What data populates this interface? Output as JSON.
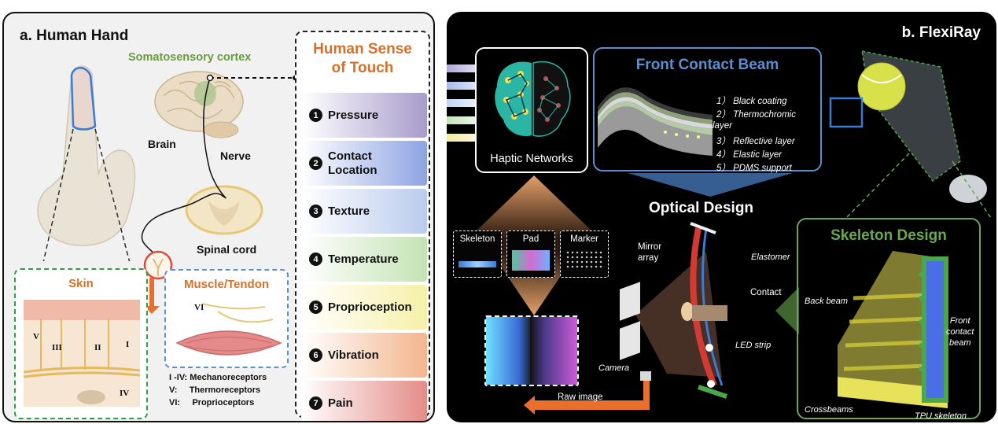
{
  "panel_a": {
    "title": "a. Human Hand",
    "somatosensory_cortex": "Somatosensory cortex",
    "brain": "Brain",
    "nerve": "Nerve",
    "spinal_cord": "Spinal cord",
    "sense_title_line1": "Human Sense",
    "sense_title_line2": "of Touch",
    "senses": [
      {
        "num": "1",
        "line1": "Pressure",
        "line2": "",
        "color": "#a79ccb"
      },
      {
        "num": "2",
        "line1": "Contact",
        "line2": "Location",
        "color": "#8ea3e2"
      },
      {
        "num": "3",
        "line1": "Texture",
        "line2": "",
        "color": "#b9cbed"
      },
      {
        "num": "4",
        "line1": "Temperature",
        "line2": "",
        "color": "#c3e3b4"
      },
      {
        "num": "5",
        "line1": "Proprioception",
        "line2": "",
        "color": "#f6f0a8"
      },
      {
        "num": "6",
        "line1": "Vibration",
        "line2": "",
        "color": "#f3b58d"
      },
      {
        "num": "7",
        "line1": "Pain",
        "line2": "",
        "color": "#e48c87"
      }
    ],
    "skin_title": "Skin",
    "skin_numerals": [
      "V",
      "III",
      "II",
      "I",
      "IV"
    ],
    "muscle_title": "Muscle/Tendon",
    "muscle_numeral": "VI",
    "legend": [
      {
        "key": "I -IV:",
        "value": "Mechanoreceptors"
      },
      {
        "key": "V:",
        "value": "Thermoreceptors"
      },
      {
        "key": "VI:",
        "value": "Proprioceptors"
      }
    ]
  },
  "panel_b": {
    "title": "b. FlexiRay",
    "arrow_numbers": [
      "①",
      "②",
      "③",
      "④",
      "⑤"
    ],
    "haptic_networks": "Haptic Networks",
    "front_contact_beam": {
      "title": "Front Contact Beam",
      "layers": [
        "1） Black coating",
        "2） Thermochromic",
        "layer",
        "3） Reflective layer",
        "4） Elastic layer",
        "5） PDMS support"
      ]
    },
    "optical_design": "Optical Design",
    "thumbnails": [
      "Skeleton",
      "Pad",
      "Marker"
    ],
    "raw_image": "Raw image",
    "optical_labels": {
      "mirror_array": [
        "Mirror",
        "array"
      ],
      "elastomer": "Elastomer",
      "contact": "Contact",
      "led_strip": "LED strip",
      "camera": "Camera"
    },
    "skeleton_design": {
      "title": "Skeleton Design",
      "back_beam": "Back beam",
      "front_contact_beam": [
        "Front",
        "contact",
        "beam"
      ],
      "crossbeams": "Crossbeams",
      "tpu_skeleton": "TPU skeleton"
    }
  },
  "colors": {
    "accent_orange": "#d4702a",
    "somatosensory_green": "#6c9a3f",
    "fcb_blue": "#5b8fd1",
    "skeleton_green": "#6aa84f",
    "skin_box_green": "#2ea043"
  }
}
